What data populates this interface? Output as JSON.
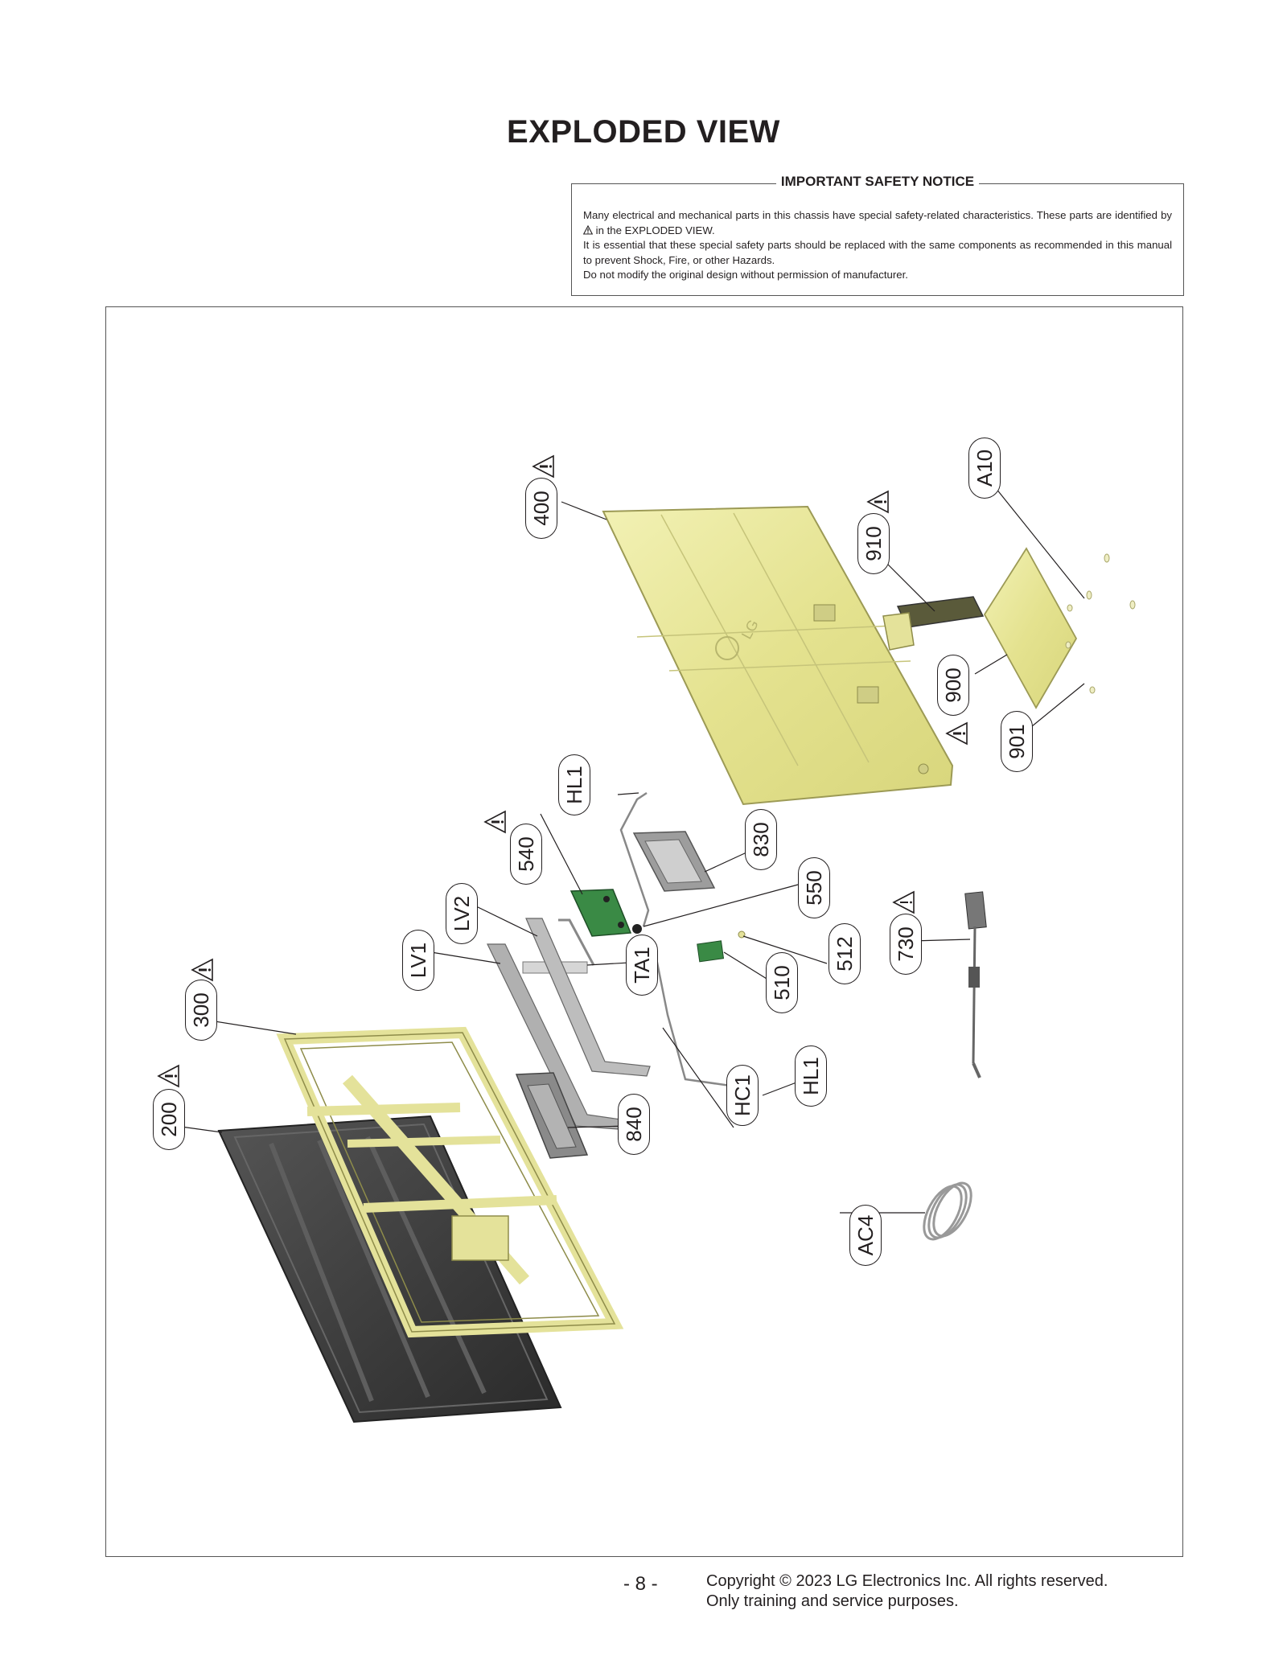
{
  "page_title": "EXPLODED VIEW",
  "notice": {
    "title": "IMPORTANT SAFETY NOTICE",
    "line1a": "Many electrical and mechanical parts in this chassis have special safety-related characteristics. These parts are identified by",
    "line1b": "in the EXPLODED VIEW.",
    "line2": "It is essential that these special safety parts should be replaced with the same components as recommended in this manual to prevent Shock, Fire, or other Hazards.",
    "line3": "Do not modify the original design without permission of manufacturer."
  },
  "callouts": [
    {
      "label": "400",
      "warning": true
    },
    {
      "label": "910",
      "warning": true
    },
    {
      "label": "A10",
      "warning": false
    },
    {
      "label": "900",
      "warning": true
    },
    {
      "label": "901",
      "warning": false
    },
    {
      "label": "HL1",
      "warning": false
    },
    {
      "label": "540",
      "warning": true
    },
    {
      "label": "830",
      "warning": false
    },
    {
      "label": "550",
      "warning": false
    },
    {
      "label": "LV2",
      "warning": false
    },
    {
      "label": "LV1",
      "warning": false
    },
    {
      "label": "TA1",
      "warning": false
    },
    {
      "label": "510",
      "warning": false
    },
    {
      "label": "512",
      "warning": false
    },
    {
      "label": "730",
      "warning": true
    },
    {
      "label": "300",
      "warning": true
    },
    {
      "label": "200",
      "warning": true
    },
    {
      "label": "840",
      "warning": false
    },
    {
      "label": "HC1",
      "warning": false
    },
    {
      "label": "HL1",
      "warning": false
    },
    {
      "label": "AC4",
      "warning": false
    }
  ],
  "footer": {
    "page_number": "- 8 -",
    "copyright": "Copyright © 2023 LG Electronics Inc. All rights reserved.",
    "purpose": "Only training and service purposes."
  },
  "colors": {
    "housing": "#e8e69a",
    "frame": "#e4e29a",
    "panel": "#3a3a3a",
    "board": "#3a8a45",
    "metal": "#a8a8a8"
  },
  "logo_text": "LG"
}
